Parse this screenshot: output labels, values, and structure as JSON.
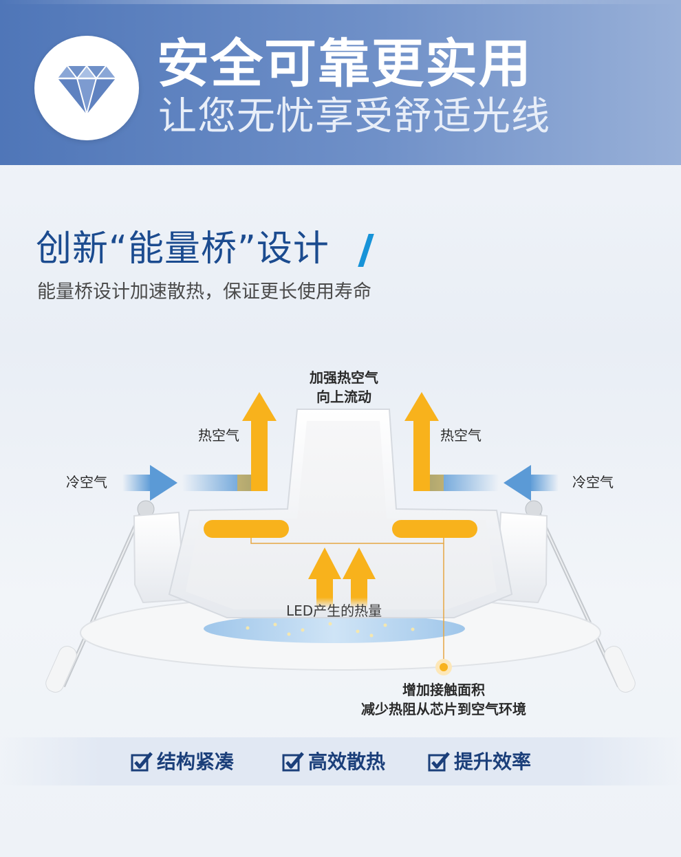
{
  "banner": {
    "title": "安全可靠更实用",
    "subtitle": "让您无忧享受舒适光线",
    "icon": "diamond-icon"
  },
  "section": {
    "title": "创新“能量桥”设计",
    "description": "能量桥设计加速散热，保证更长使用寿命"
  },
  "diagram": {
    "top_label_line1": "加强热空气",
    "top_label_line2": "向上流动",
    "hot_air_left": "热空气",
    "hot_air_right": "热空气",
    "cold_air_left": "冷空气",
    "cold_air_right": "冷空气",
    "led_heat": "LED产生的热量",
    "contact_line1": "增加接触面积",
    "contact_line2": "减少热阻从芯片到空气环境",
    "colors": {
      "hot": "#f8b21c",
      "cold": "#5b9ad6"
    }
  },
  "features": [
    {
      "label": "结构紧凑",
      "icon": "checkbox-icon"
    },
    {
      "label": "高效散热",
      "icon": "checkbox-icon"
    },
    {
      "label": "提升效率",
      "icon": "checkbox-icon"
    }
  ]
}
